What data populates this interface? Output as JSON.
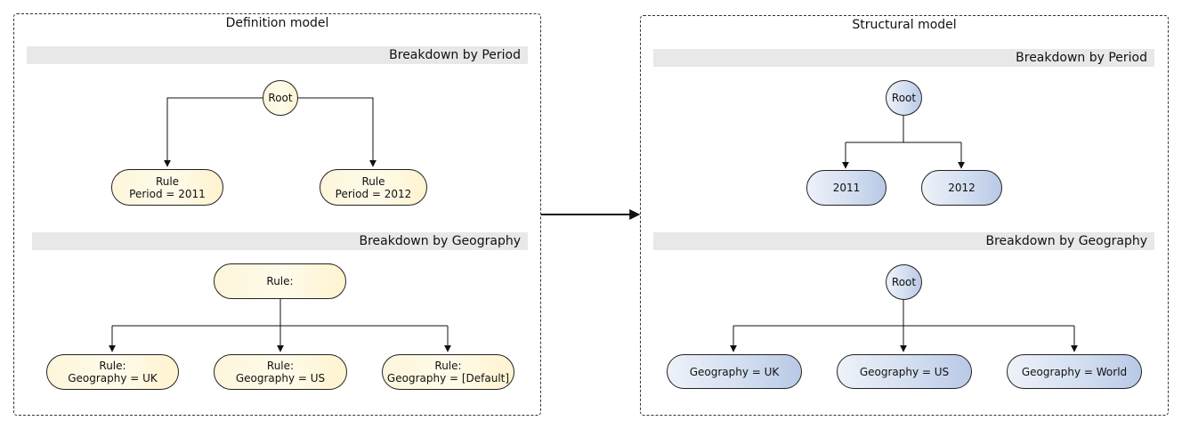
{
  "definition": {
    "title": "Definition model",
    "period": {
      "heading": "Breakdown by Period",
      "root": "Root",
      "rule_left": {
        "line1": "Rule",
        "line2": "Period = 2011"
      },
      "rule_right": {
        "line1": "Rule",
        "line2": "Period = 2012"
      }
    },
    "geography": {
      "heading": "Breakdown by Geography",
      "rule_top": "Rule:",
      "rule_uk": {
        "line1": "Rule:",
        "line2": "Geography = UK"
      },
      "rule_us": {
        "line1": "Rule:",
        "line2": "Geography = US"
      },
      "rule_default": {
        "line1": "Rule:",
        "line2": "Geography = [Default]"
      }
    }
  },
  "structural": {
    "title": "Structural model",
    "period": {
      "heading": "Breakdown by Period",
      "root": "Root",
      "left": "2011",
      "right": "2012"
    },
    "geography": {
      "heading": "Breakdown by Geography",
      "root": "Root",
      "uk": "Geography = UK",
      "us": "Geography = US",
      "world": "Geography = World"
    }
  },
  "colors": {
    "definition_node_fill": "#fff8e0",
    "structural_node_fill": "#c9d6ec",
    "band": "#e8e8e8"
  }
}
